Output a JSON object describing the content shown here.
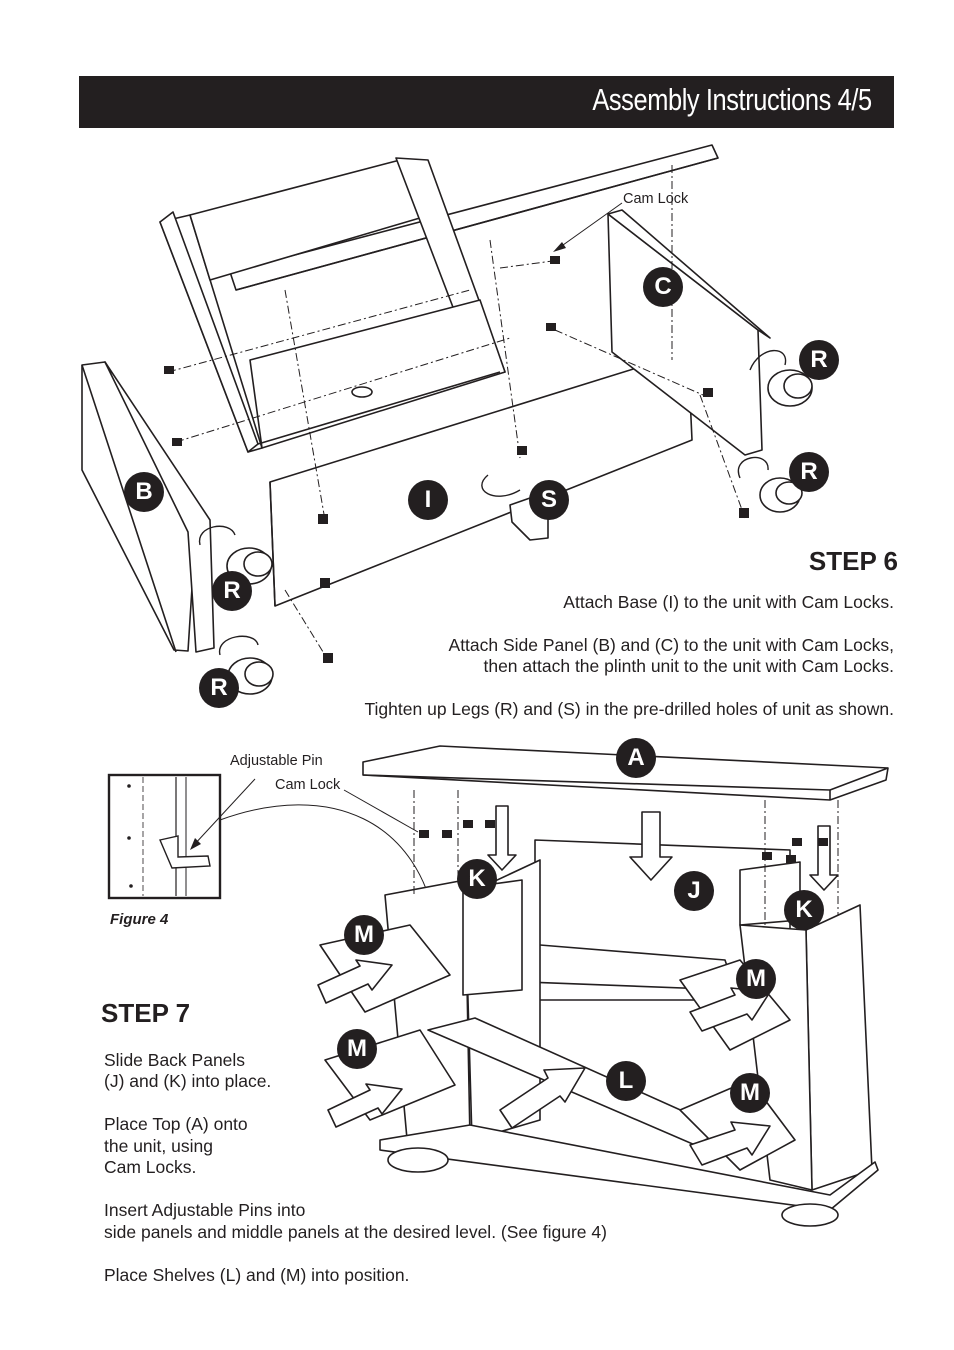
{
  "header": {
    "title": "Assembly Instructions 4/5"
  },
  "step6": {
    "title": "STEP 6",
    "lines": [
      "Attach Base (I) to the unit with Cam Locks.",
      "Attach Side Panel (B) and (C) to the unit with Cam Locks,",
      "then attach the plinth unit to the unit with Cam Locks.",
      "Tighten up Legs (R) and (S) in the pre-drilled holes of unit as shown."
    ],
    "callout_cam_lock": "Cam Lock",
    "parts": {
      "B": "B",
      "C": "C",
      "I": "I",
      "S": "S",
      "R": "R"
    }
  },
  "step7": {
    "title": "STEP 7",
    "lines": [
      "Slide Back Panels",
      "(J) and (K) into place.",
      "Place Top (A) onto",
      "the unit, using",
      "Cam Locks.",
      "Insert Adjustable Pins into",
      "side panels and middle panels at the desired level. (See figure 4)",
      "Place Shelves (L) and (M) into position."
    ],
    "callout_adjustable_pin": "Adjustable Pin",
    "callout_cam_lock": "Cam Lock",
    "figure_caption": "Figure 4",
    "parts": {
      "A": "A",
      "J": "J",
      "K": "K",
      "L": "L",
      "M": "M"
    }
  },
  "colors": {
    "ink": "#231f20",
    "paper": "#ffffff"
  }
}
